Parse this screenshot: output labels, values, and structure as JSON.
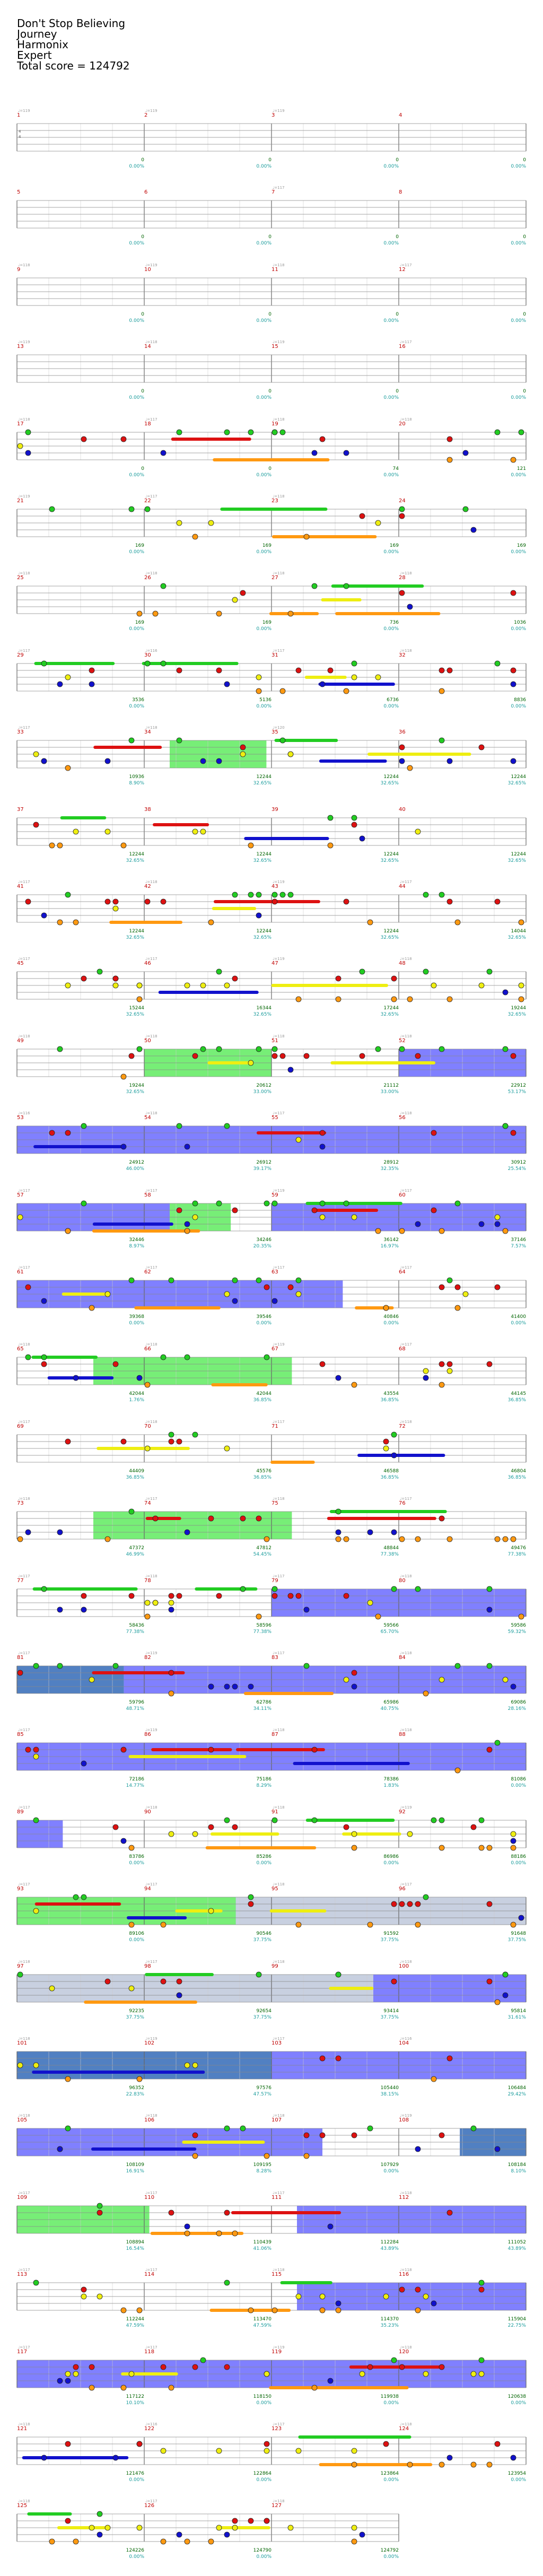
{
  "header": {
    "song_title": "Don't Stop Believing",
    "artist": "Journey",
    "game": "Harmonix",
    "difficulty": "Expert",
    "total_score": "Total score = 124792"
  },
  "colors": {
    "green": "#22cc22",
    "red": "#dd1111",
    "yellow": "#eeee11",
    "blue": "#1111cc",
    "orange": "#ff9911",
    "overdrive": "#8080ff",
    "solo": "#77ee77",
    "unison": "#c8d0e0",
    "lane": "#888888",
    "grid": "#cccccc"
  },
  "time_signature": [
    "4",
    "4"
  ],
  "rows": [
    {
      "m": [
        "1",
        "2",
        "3",
        "4"
      ],
      "tempo": [
        "♩=119",
        "♩=119",
        "♩=119",
        ""
      ],
      "scores": [
        "0",
        "0",
        "0",
        "0"
      ],
      "pcts": [
        "0.00%",
        "0.00%",
        "0.00%",
        "0.00%"
      ],
      "ts": true,
      "hl": []
    },
    {
      "m": [
        "5",
        "6",
        "7",
        "8"
      ],
      "tempo": [
        "",
        "",
        "♩=117",
        ""
      ],
      "scores": [
        "0",
        "0",
        "0",
        "0"
      ],
      "pcts": [
        "0.00%",
        "0.00%",
        "0.00%",
        "0.00%"
      ],
      "hl": []
    },
    {
      "m": [
        "9",
        "10",
        "11",
        "12"
      ],
      "tempo": [
        "♩=118",
        "♩=119",
        "♩=118",
        "♩=117"
      ],
      "scores": [
        "0",
        "0",
        "0",
        "0"
      ],
      "pcts": [
        "0.00%",
        "0.00%",
        "0.00%",
        "0.00%"
      ],
      "hl": []
    },
    {
      "m": [
        "13",
        "14",
        "15",
        "16"
      ],
      "tempo": [
        "♩=119",
        "♩=118",
        "♩=119",
        "♩=117"
      ],
      "scores": [
        "0",
        "0",
        "0",
        "0"
      ],
      "pcts": [
        "0.00%",
        "0.00%",
        "0.00%",
        "0.00%"
      ],
      "hl": []
    },
    {
      "m": [
        "17",
        "18",
        "19",
        "20"
      ],
      "tempo": [
        "♩=118",
        "♩=117",
        "♩=118",
        "♩=118"
      ],
      "scores": [
        "0",
        "0",
        "74",
        "121"
      ],
      "pcts": [
        "0.00%",
        "0.00%",
        "0.00%",
        "0.00%"
      ],
      "hl": []
    },
    {
      "m": [
        "21",
        "22",
        "23",
        "24"
      ],
      "tempo": [
        "♩=119",
        "♩=117",
        "♩=118",
        ""
      ],
      "scores": [
        "169",
        "169",
        "169",
        "169"
      ],
      "pcts": [
        "0.00%",
        "0.00%",
        "0.00%",
        "0.00%"
      ],
      "hl": []
    },
    {
      "m": [
        "25",
        "26",
        "27",
        "28"
      ],
      "tempo": [
        "♩=118",
        "♩=118",
        "♩=118",
        "♩=118"
      ],
      "scores": [
        "169",
        "169",
        "736",
        "1036"
      ],
      "pcts": [
        "0.00%",
        "0.00%",
        "0.00%",
        "0.00%"
      ],
      "hl": []
    },
    {
      "m": [
        "29",
        "30",
        "31",
        "32"
      ],
      "tempo": [
        "♩=117",
        "♩=116",
        "♩=117",
        "♩=118"
      ],
      "scores": [
        "3536",
        "5136",
        "6736",
        "8836"
      ],
      "pcts": [
        "0.00%",
        "0.00%",
        "0.00%",
        "0.00%"
      ],
      "hl": []
    },
    {
      "m": [
        "33",
        "34",
        "35",
        "36"
      ],
      "tempo": [
        "♩=117",
        "♩=118",
        "♩=120",
        ""
      ],
      "scores": [
        "10936",
        "12244",
        "12244",
        "12244"
      ],
      "pcts": [
        "8.90%",
        "32.65%",
        "32.65%",
        "32.65%"
      ],
      "hl": [
        [
          0.3,
          0.49,
          "solo"
        ]
      ]
    },
    {
      "m": [
        "37",
        "38",
        "39",
        "40"
      ],
      "tempo": [
        "",
        "",
        "",
        ""
      ],
      "scores": [
        "12244",
        "12244",
        "12244",
        "12244"
      ],
      "pcts": [
        "32.65%",
        "32.65%",
        "32.65%",
        "32.65%"
      ],
      "hl": []
    },
    {
      "m": [
        "41",
        "42",
        "43",
        "44"
      ],
      "tempo": [
        "♩=117",
        "♩=118",
        "♩=119",
        "♩=117"
      ],
      "scores": [
        "12244",
        "12244",
        "12244",
        "14044"
      ],
      "pcts": [
        "32.65%",
        "32.65%",
        "32.65%",
        "32.65%"
      ],
      "hl": []
    },
    {
      "m": [
        "45",
        "46",
        "47",
        "48"
      ],
      "tempo": [
        "♩=117",
        "♩=117",
        "♩=119",
        "♩=118"
      ],
      "scores": [
        "15244",
        "16344",
        "17244",
        "19244"
      ],
      "pcts": [
        "32.65%",
        "32.65%",
        "32.65%",
        "32.65%"
      ],
      "hl": []
    },
    {
      "m": [
        "49",
        "50",
        "51",
        "52"
      ],
      "tempo": [
        "♩=118",
        "♩=118",
        "♩=118",
        "♩=118"
      ],
      "scores": [
        "19244",
        "20612",
        "21112",
        "22912"
      ],
      "pcts": [
        "32.65%",
        "33.00%",
        "33.00%",
        "53.17%"
      ],
      "hl": [
        [
          0.25,
          0.5,
          "solo"
        ],
        [
          0.75,
          1.0,
          "overdrive"
        ]
      ]
    },
    {
      "m": [
        "53",
        "54",
        "55",
        "56"
      ],
      "tempo": [
        "♩=116",
        "♩=118",
        "♩=117",
        "♩=118"
      ],
      "scores": [
        "24912",
        "26912",
        "28912",
        "30912"
      ],
      "pcts": [
        "46.00%",
        "39.17%",
        "32.35%",
        "25.54%"
      ],
      "hl": [
        [
          0,
          1,
          "overdrive"
        ]
      ]
    },
    {
      "m": [
        "57",
        "58",
        "59",
        "60"
      ],
      "tempo": [
        "♩=117",
        "♩=117",
        "♩=119",
        "♩=117"
      ],
      "scores": [
        "32446",
        "34246",
        "36142",
        "37146"
      ],
      "pcts": [
        "8.97%",
        "20.35%",
        "16.97%",
        "7.57%"
      ],
      "hl": [
        [
          0,
          0.3,
          "overdrive"
        ],
        [
          0.3,
          0.42,
          "solo"
        ],
        [
          0.5,
          1.0,
          "overdrive"
        ]
      ]
    },
    {
      "m": [
        "61",
        "62",
        "63",
        "64"
      ],
      "tempo": [
        "♩=117",
        "♩=117",
        "♩=117",
        "♩=117"
      ],
      "scores": [
        "39368",
        "39546",
        "40846",
        "41400"
      ],
      "pcts": [
        "0.00%",
        "0.00%",
        "0.00%",
        "0.00%"
      ],
      "hl": [
        [
          0,
          0.64,
          "overdrive"
        ]
      ]
    },
    {
      "m": [
        "65",
        "66",
        "67",
        "68"
      ],
      "tempo": [
        "♩=118",
        "♩=118",
        "♩=119",
        "♩=117"
      ],
      "scores": [
        "42044",
        "42044",
        "43554",
        "44145"
      ],
      "pcts": [
        "1.76%",
        "36.85%",
        "36.85%",
        "36.85%"
      ],
      "hl": [
        [
          0.15,
          0.54,
          "solo"
        ]
      ]
    },
    {
      "m": [
        "69",
        "70",
        "71",
        "72"
      ],
      "tempo": [
        "♩=117",
        "♩=118",
        "♩=117",
        "♩=118"
      ],
      "scores": [
        "44409",
        "45576",
        "46588",
        "46804"
      ],
      "pcts": [
        "36.85%",
        "36.85%",
        "36.85%",
        "36.85%"
      ],
      "hl": []
    },
    {
      "m": [
        "73",
        "74",
        "75",
        "76"
      ],
      "tempo": [
        "♩=118",
        "♩=117",
        "♩=118",
        "♩=117"
      ],
      "scores": [
        "47372",
        "47812",
        "48844",
        "49476"
      ],
      "pcts": [
        "46.99%",
        "54.45%",
        "77.38%",
        "77.38%"
      ],
      "hl": [
        [
          0.15,
          0.54,
          "solo"
        ]
      ]
    },
    {
      "m": [
        "77",
        "78",
        "79",
        "80"
      ],
      "tempo": [
        "♩=117",
        "♩=118",
        "♩=117",
        "♩=118"
      ],
      "scores": [
        "58436",
        "58596",
        "59566",
        "59586"
      ],
      "pcts": [
        "77.38%",
        "77.38%",
        "65.70%",
        "59.32%"
      ],
      "hl": [
        [
          0.5,
          1.0,
          "overdrive"
        ]
      ]
    },
    {
      "m": [
        "81",
        "82",
        "83",
        "84"
      ],
      "tempo": [
        "♩=117",
        "♩=119",
        "♩=117",
        "♩=118"
      ],
      "scores": [
        "59796",
        "62786",
        "65986",
        "69086"
      ],
      "pcts": [
        "48.71%",
        "34.11%",
        "40.75%",
        "28.16%"
      ],
      "hl": [
        [
          0,
          0.21,
          "overdrive"
        ],
        [
          0,
          0.21,
          "deep"
        ],
        [
          0.21,
          1.0,
          "overdrive"
        ]
      ]
    },
    {
      "m": [
        "85",
        "86",
        "87",
        "88"
      ],
      "tempo": [
        "♩=117",
        "♩=119",
        "♩=118",
        "♩=118"
      ],
      "scores": [
        "72186",
        "75186",
        "78386",
        "81086"
      ],
      "pcts": [
        "14.77%",
        "8.29%",
        "1.83%",
        "0.00%"
      ],
      "hl": [
        [
          0,
          1,
          "overdrive"
        ]
      ]
    },
    {
      "m": [
        "89",
        "90",
        "91",
        "92"
      ],
      "tempo": [
        "♩=117",
        "♩=118",
        "♩=118",
        "♩=119"
      ],
      "scores": [
        "83786",
        "85286",
        "86986",
        "88186"
      ],
      "pcts": [
        "0.00%",
        "0.00%",
        "0.00%",
        "0.00%"
      ],
      "hl": [
        [
          0,
          0.09,
          "overdrive"
        ]
      ]
    },
    {
      "m": [
        "93",
        "94",
        "95",
        "96"
      ],
      "tempo": [
        "♩=117",
        "♩=117",
        "♩=118",
        "♩=117"
      ],
      "scores": [
        "89106",
        "90546",
        "91592",
        "91648"
      ],
      "pcts": [
        "0.00%",
        "37.75%",
        "37.75%",
        "37.75%"
      ],
      "hl": [
        [
          0,
          0.43,
          "solo"
        ],
        [
          0.43,
          0.49,
          "overdrive"
        ],
        [
          0.43,
          1.0,
          "unison"
        ]
      ]
    },
    {
      "m": [
        "97",
        "98",
        "99",
        "100"
      ],
      "tempo": [
        "♩=118",
        "♩=117",
        "♩=118",
        "♩=118"
      ],
      "scores": [
        "92235",
        "92654",
        "93414",
        "95814"
      ],
      "pcts": [
        "37.75%",
        "37.75%",
        "37.75%",
        "31.61%"
      ],
      "hl": [
        [
          0,
          0.7,
          "unison"
        ],
        [
          0.7,
          1.0,
          "overdrive"
        ]
      ]
    },
    {
      "m": [
        "101",
        "102",
        "103",
        "104"
      ],
      "tempo": [
        "♩=118",
        "♩=119",
        "♩=117",
        "♩=116"
      ],
      "scores": [
        "96352",
        "97576",
        "105440",
        "106484"
      ],
      "pcts": [
        "22.83%",
        "47.57%",
        "38.15%",
        "29.42%"
      ],
      "hl": [
        [
          0,
          0.5,
          "overdrive"
        ],
        [
          0,
          0.5,
          "deep"
        ],
        [
          0.5,
          1.0,
          "overdrive"
        ]
      ]
    },
    {
      "m": [
        "105",
        "106",
        "107",
        "108"
      ],
      "tempo": [
        "♩=118",
        "♩=118",
        "♩=118",
        "♩=119"
      ],
      "scores": [
        "108109",
        "109195",
        "107929",
        "108184"
      ],
      "pcts": [
        "16.91%",
        "8.28%",
        "0.00%",
        "8.10%"
      ],
      "hl": [
        [
          0,
          0.6,
          "overdrive"
        ],
        [
          0.87,
          1.0,
          "overdrive"
        ],
        [
          0.87,
          1.0,
          "deep"
        ]
      ]
    },
    {
      "m": [
        "109",
        "110",
        "111",
        "112"
      ],
      "tempo": [
        "♩=117",
        "♩=117",
        "♩=117",
        "♩=118"
      ],
      "scores": [
        "108894",
        "110439",
        "112284",
        "111052"
      ],
      "pcts": [
        "16.54%",
        "41.06%",
        "43.89%",
        "43.89%"
      ],
      "hl": [
        [
          0,
          0.26,
          "solo"
        ],
        [
          0.55,
          1.0,
          "overdrive"
        ]
      ]
    },
    {
      "m": [
        "113",
        "114",
        "115",
        "116"
      ],
      "tempo": [
        "♩=117",
        "♩=117",
        "♩=118",
        "♩=118"
      ],
      "scores": [
        "112244",
        "113470",
        "114370",
        "115904"
      ],
      "pcts": [
        "47.59%",
        "47.59%",
        "35.23%",
        "22.75%"
      ],
      "hl": [
        [
          0.55,
          1.0,
          "overdrive"
        ]
      ]
    },
    {
      "m": [
        "117",
        "118",
        "119",
        "120"
      ],
      "tempo": [
        "♩=117",
        "♩=117",
        "♩=119",
        "♩=118"
      ],
      "scores": [
        "117122",
        "118150",
        "119938",
        "120638"
      ],
      "pcts": [
        "10.10%",
        "0.00%",
        "0.00%",
        "0.00%"
      ],
      "hl": [
        [
          0,
          1.0,
          "overdrive"
        ]
      ]
    },
    {
      "m": [
        "121",
        "122",
        "123",
        "124"
      ],
      "tempo": [
        "♩=118",
        "♩=116",
        "♩=117",
        "♩=118"
      ],
      "scores": [
        "121476",
        "122864",
        "123864",
        "123954"
      ],
      "pcts": [
        "0.00%",
        "0.00%",
        "0.00%",
        "0.00%"
      ],
      "hl": []
    },
    {
      "m": [
        "125",
        "126",
        "127",
        ""
      ],
      "tempo": [
        "♩=118",
        "♩=117",
        "♩=118",
        ""
      ],
      "scores": [
        "124226",
        "124790",
        "124792",
        ""
      ],
      "pcts": [
        "0.00%",
        "0.00%",
        "0.00%",
        ""
      ],
      "hl": [],
      "last": true
    }
  ]
}
